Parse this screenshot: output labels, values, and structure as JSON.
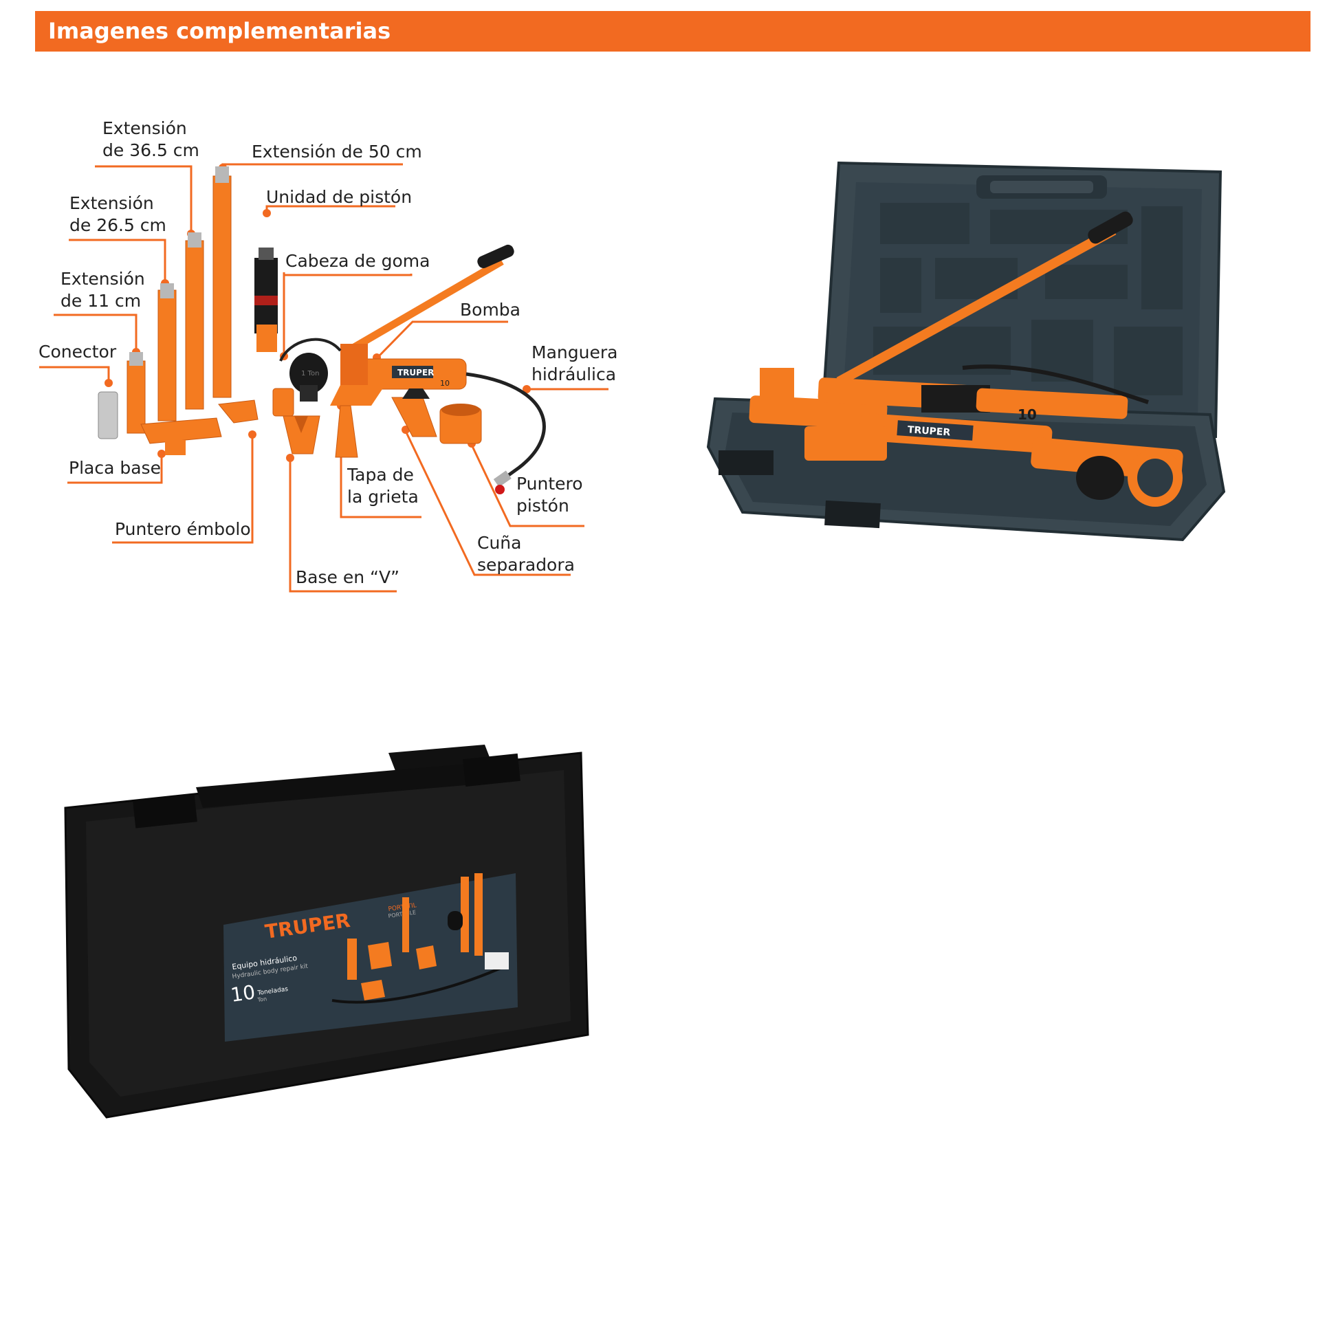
{
  "header": {
    "title": "Imagenes complementarias"
  },
  "diagram": {
    "labels": {
      "ext_36": "Extensión\nde 36.5 cm",
      "ext_50": "Extensión de 50 cm",
      "ext_26": "Extensión\nde 26.5 cm",
      "unidad": "Unidad de pistón",
      "cabeza": "Cabeza de goma",
      "ext_11": "Extensión\nde 11 cm",
      "bomba": "Bomba",
      "conector": "Conector",
      "manguera": "Manguera\nhidráulica",
      "placa": "Placa base",
      "tapa": "Tapa de\nla grieta",
      "puntero_piston": "Puntero\npistón",
      "puntero_embolo": "Puntero émbolo",
      "cuna": "Cuña\nseparadora",
      "base_v": "Base en “V”"
    },
    "pump_brand": "TRUPER",
    "head_marking": "1 Ton",
    "pump_marking": "10"
  },
  "case_open": {
    "brand": "TRUPER",
    "pump_marking": "10"
  },
  "case_closed": {
    "brand": "TRUPER",
    "portable_es": "PORTÁTIL",
    "portable_en": "PORTABLE",
    "product_es": "Equipo hidráulico",
    "product_en": "Hydraulic body repair kit",
    "tons_value": "10",
    "tons_es": "Toneladas",
    "tons_en": "Ton"
  },
  "colors": {
    "accent": "#f26a21",
    "tool_orange": "#f47b20",
    "case_gray": "#34424a",
    "case_black": "#161616"
  }
}
